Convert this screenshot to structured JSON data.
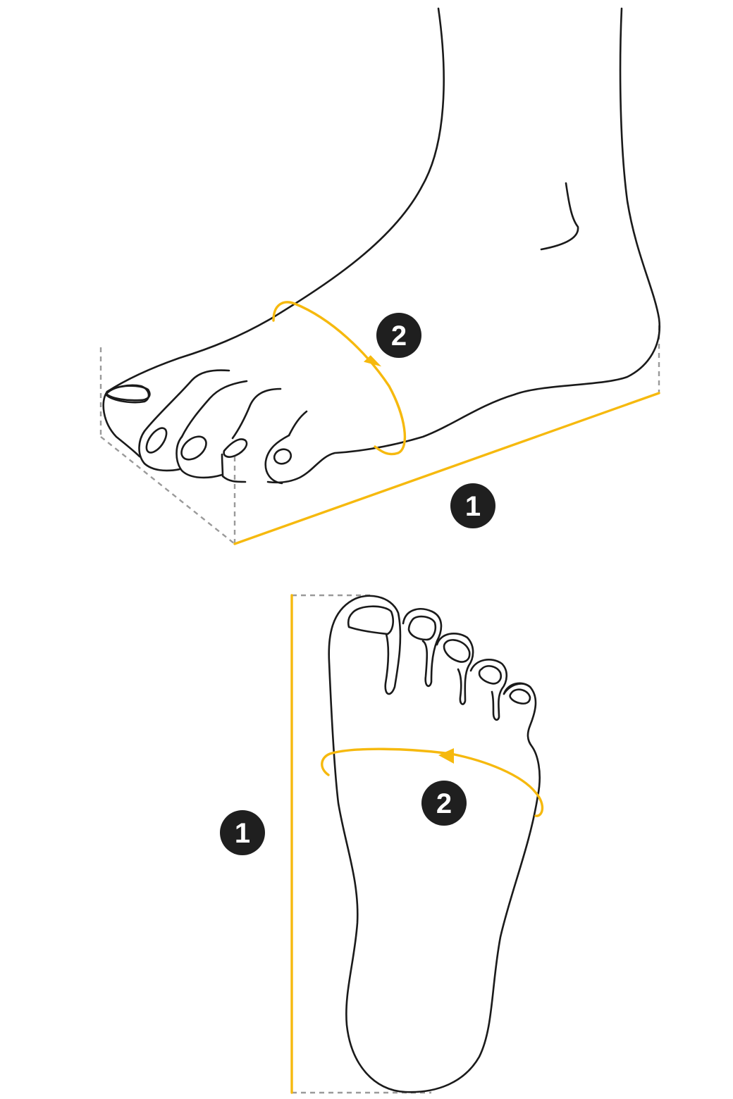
{
  "colors": {
    "outline": "#1a1a1a",
    "measure_line": "#f6b90e",
    "guide_dash": "#9a9a9a",
    "badge_bg": "#1f1f1f",
    "badge_text": "#ffffff"
  },
  "side_view": {
    "length_marker": "1",
    "girth_marker": "2"
  },
  "sole_view": {
    "length_marker": "1",
    "girth_marker": "2"
  }
}
